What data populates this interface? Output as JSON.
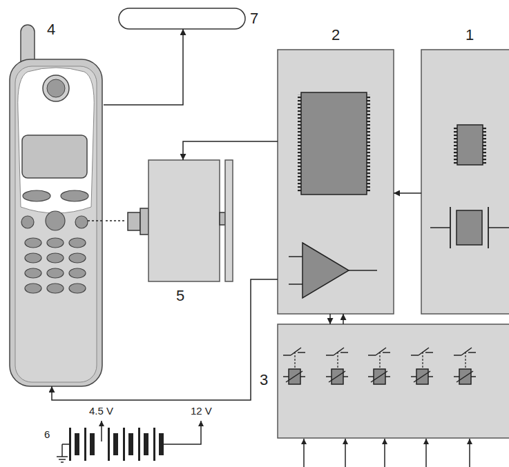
{
  "diagram": {
    "nodes": [
      {
        "text": [
          "7"
        ]
      },
      {
        "text": [
          "4"
        ]
      },
      {
        "text": [
          "2"
        ]
      },
      {
        "text": [
          "1"
        ]
      },
      {
        "text": [
          "5"
        ]
      },
      {
        "text": [
          "3"
        ]
      }
    ],
    "edges": [
      {
        "from": 1,
        "to": 0,
        "arrow": "to"
      },
      {
        "from": 3,
        "to": 2,
        "arrow": "to"
      },
      {
        "from": 2,
        "to": 4,
        "arrow": "to"
      },
      {
        "from": 2,
        "to": 1,
        "arrow": "to"
      },
      {
        "from": 2,
        "to": 5,
        "arrow": "to"
      },
      {
        "from": 5,
        "to": 2,
        "arrow": "to"
      },
      {
        "from": 4,
        "to": 1,
        "arrow": "none"
      }
    ],
    "labels": [
      "6",
      "4.5 V",
      "12 V"
    ]
  }
}
